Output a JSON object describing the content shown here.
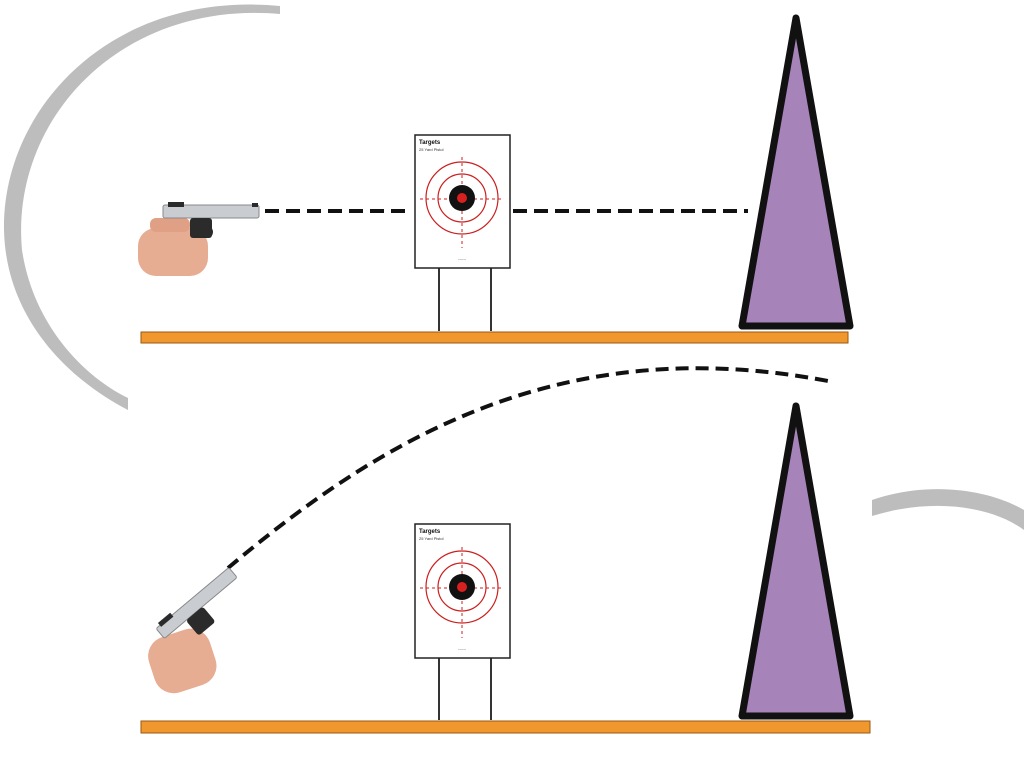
{
  "colors": {
    "ground": "#f0972e",
    "ground_stroke": "#9a5a12",
    "berm_fill": "#a683b8",
    "berm_stroke": "#111111",
    "target_ring": "#cc1f1f",
    "bullseye_center": "#d92020",
    "swoosh": "#bdbdbd",
    "trajectory": "#111111",
    "pistol_steel": "#c9cdd2",
    "pistol_dark": "#2b2b2b",
    "hand_skin": "#e7ad93"
  },
  "panels": [
    {
      "id": "level-shot",
      "target": {
        "brand": "Targets",
        "subtitle": "25 Yard Pistol",
        "footer": "------"
      },
      "trajectory": "straight"
    },
    {
      "id": "angled-shot",
      "target": {
        "brand": "Targets",
        "subtitle": "25 Yard Pistol",
        "footer": "------"
      },
      "trajectory": "arc"
    }
  ],
  "icons": [
    "pistol-in-hand-icon",
    "paper-target-icon",
    "backstop-berm-icon"
  ]
}
